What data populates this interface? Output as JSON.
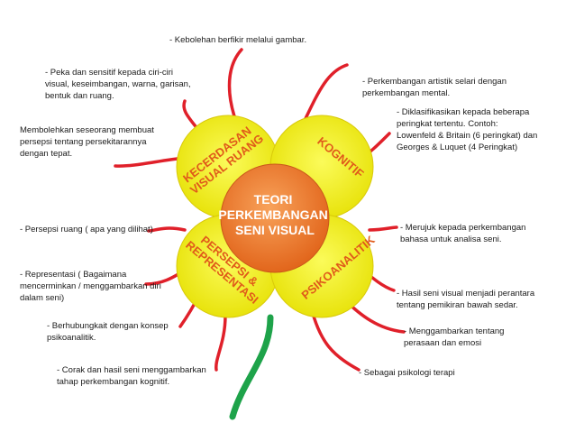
{
  "center": {
    "lines": [
      "TEORI",
      "PERKEMBANGAN",
      "SENI VISUAL"
    ]
  },
  "petals": [
    {
      "id": "kecerdasan",
      "lines": [
        "KECERDASAN",
        "VISUAL RUANG"
      ]
    },
    {
      "id": "kognitif",
      "lines": [
        "KOGNITIF"
      ]
    },
    {
      "id": "persepsi",
      "lines": [
        "PERSEPSI &",
        "REPRESENTASI"
      ]
    },
    {
      "id": "psikoanalitik",
      "lines": [
        "PSIKOANALITIK"
      ]
    }
  ],
  "notes": {
    "kebolehan": "- Kebolehan berfikir melalui gambar.",
    "peka": "- Peka dan sensitif kepada ciri-ciri\nvisual, keseimbangan, warna, garisan,\nbentuk dan ruang.",
    "membolehkan": "Membolehkan seseorang membuat\npersepsi tentang persekitarannya\ndengan tepat.",
    "artistik": "- Perkembangan artistik selari dengan\nperkembangan mental.",
    "diklasifikasikan": "- Diklasifikasikan kepada beberapa\nperingkat tertentu. Contoh:\nLowenfeld & Britain (6 peringkat) dan\nGeorges & Luquet (4 Peringkat)",
    "persepsi_ruang": "- Persepsi ruang ( apa yang dilihat)",
    "representasi": "- Representasi ( Bagaimana\nmencerminkan / menggambarkan diri\ndalam seni)",
    "berhubungkait": "- Berhubungkait dengan konsep\npsikoanalitik.",
    "corak": "- Corak dan hasil seni menggambarkan\ntahap perkembangan kognitif.",
    "merujuk": "- Merujuk kepada perkembangan\nbahasa untuk analisa seni.",
    "hasil": "- Hasil seni visual menjadi perantara\ntentang pemikiran bawah sedar.",
    "menggambarkan": "- Menggambarkan tentang\nperasaan dan emosi",
    "terapi": "- Sebagai psikologi terapi"
  },
  "colors": {
    "petal": "#f3f31c",
    "petal_stroke": "#d9c90a",
    "center": "#ef7a2a",
    "branch": "#e0202a",
    "stem": "#1ea34a"
  }
}
